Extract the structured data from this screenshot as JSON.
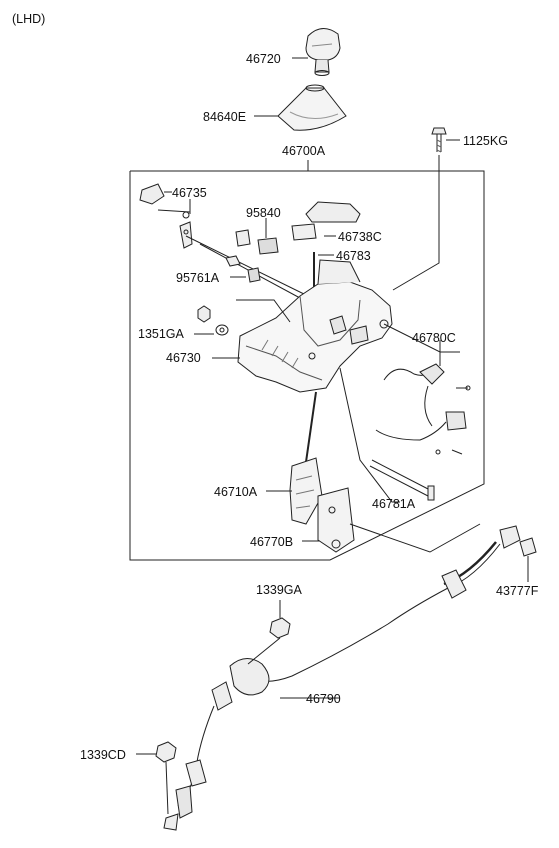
{
  "variant_label": "(LHD)",
  "parts": {
    "p46720": "46720",
    "p84640E": "84640E",
    "p1125KG": "1125KG",
    "p46700A": "46700A",
    "p46735": "46735",
    "p95840": "95840",
    "p46738C": "46738C",
    "p46783": "46783",
    "p95761A": "95761A",
    "p1351GA": "1351GA",
    "p46730": "46730",
    "p46780C": "46780C",
    "p46710A": "46710A",
    "p46781A": "46781A",
    "p46770B": "46770B",
    "p43777F": "43777F",
    "p1339GA": "1339GA",
    "p46790": "46790",
    "p1339CD": "1339CD"
  }
}
